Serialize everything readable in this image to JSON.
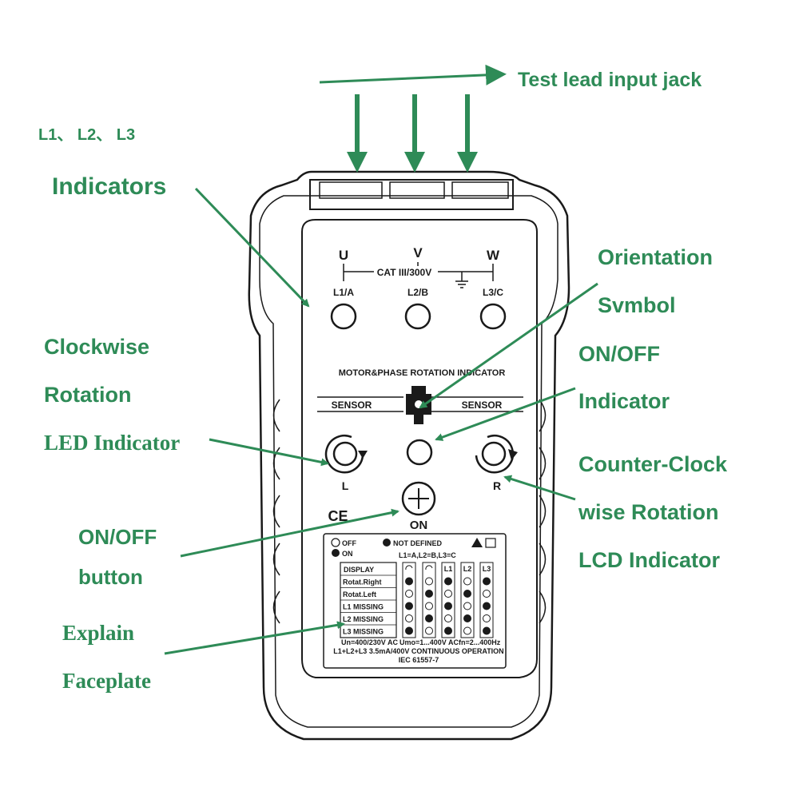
{
  "callouts": {
    "test_lead": "Test lead input jack",
    "l123": "L1、 L2、 L3",
    "indicators": "Indicators",
    "orientation_1": "Orientation",
    "orientation_2": "Svmbol",
    "onoff_ind_1": "ON/OFF",
    "onoff_ind_2": "Indicator",
    "clockwise_1": "Clockwise",
    "clockwise_2": "Rotation",
    "clockwise_3": "LED Indicator",
    "counter_1": "Counter-Clock",
    "counter_2": "wise Rotation",
    "counter_3": "LCD Indicator",
    "onoff_btn_1": "ON/OFF",
    "onoff_btn_2": "button",
    "explain_1": "Explain",
    "explain_2": "Faceplate"
  },
  "device": {
    "terminal_u": "U",
    "terminal_v": "V",
    "terminal_w": "W",
    "cat_rating": "CAT III/300V",
    "l1": "L1/A",
    "l2": "L2/B",
    "l3": "L3/C",
    "title": "MOTOR&PHASE ROTATION INDICATOR",
    "sensor_left": "SENSOR",
    "sensor_right": "SENSOR",
    "rot_left": "L",
    "rot_right": "R",
    "on_label": "ON",
    "ce_mark": "CE"
  },
  "faceplate": {
    "legend_off": "OFF",
    "legend_not_defined": "NOT DEFINED",
    "legend_on": "ON",
    "mapping": "L1=A,L2=B,L3=C",
    "header": "DISPLAY",
    "rows": [
      "Rotat.Right",
      "Rotat.Left",
      "L1 MISSING",
      "L2 MISSING",
      "L3 MISSING"
    ],
    "columns": [
      "L1",
      "L2",
      "L3"
    ],
    "spec1": "Un=400/230V AC",
    "spec2": "Umo=1...400V AC",
    "spec3": "fn=2...400Hz",
    "spec4": "L1+L2+L3 3.5mA/400V CONTINUOUS OPERATION",
    "standard": "IEC 61557-7"
  },
  "colors": {
    "accent": "#2e8b57",
    "device": "#1a1a1a"
  }
}
